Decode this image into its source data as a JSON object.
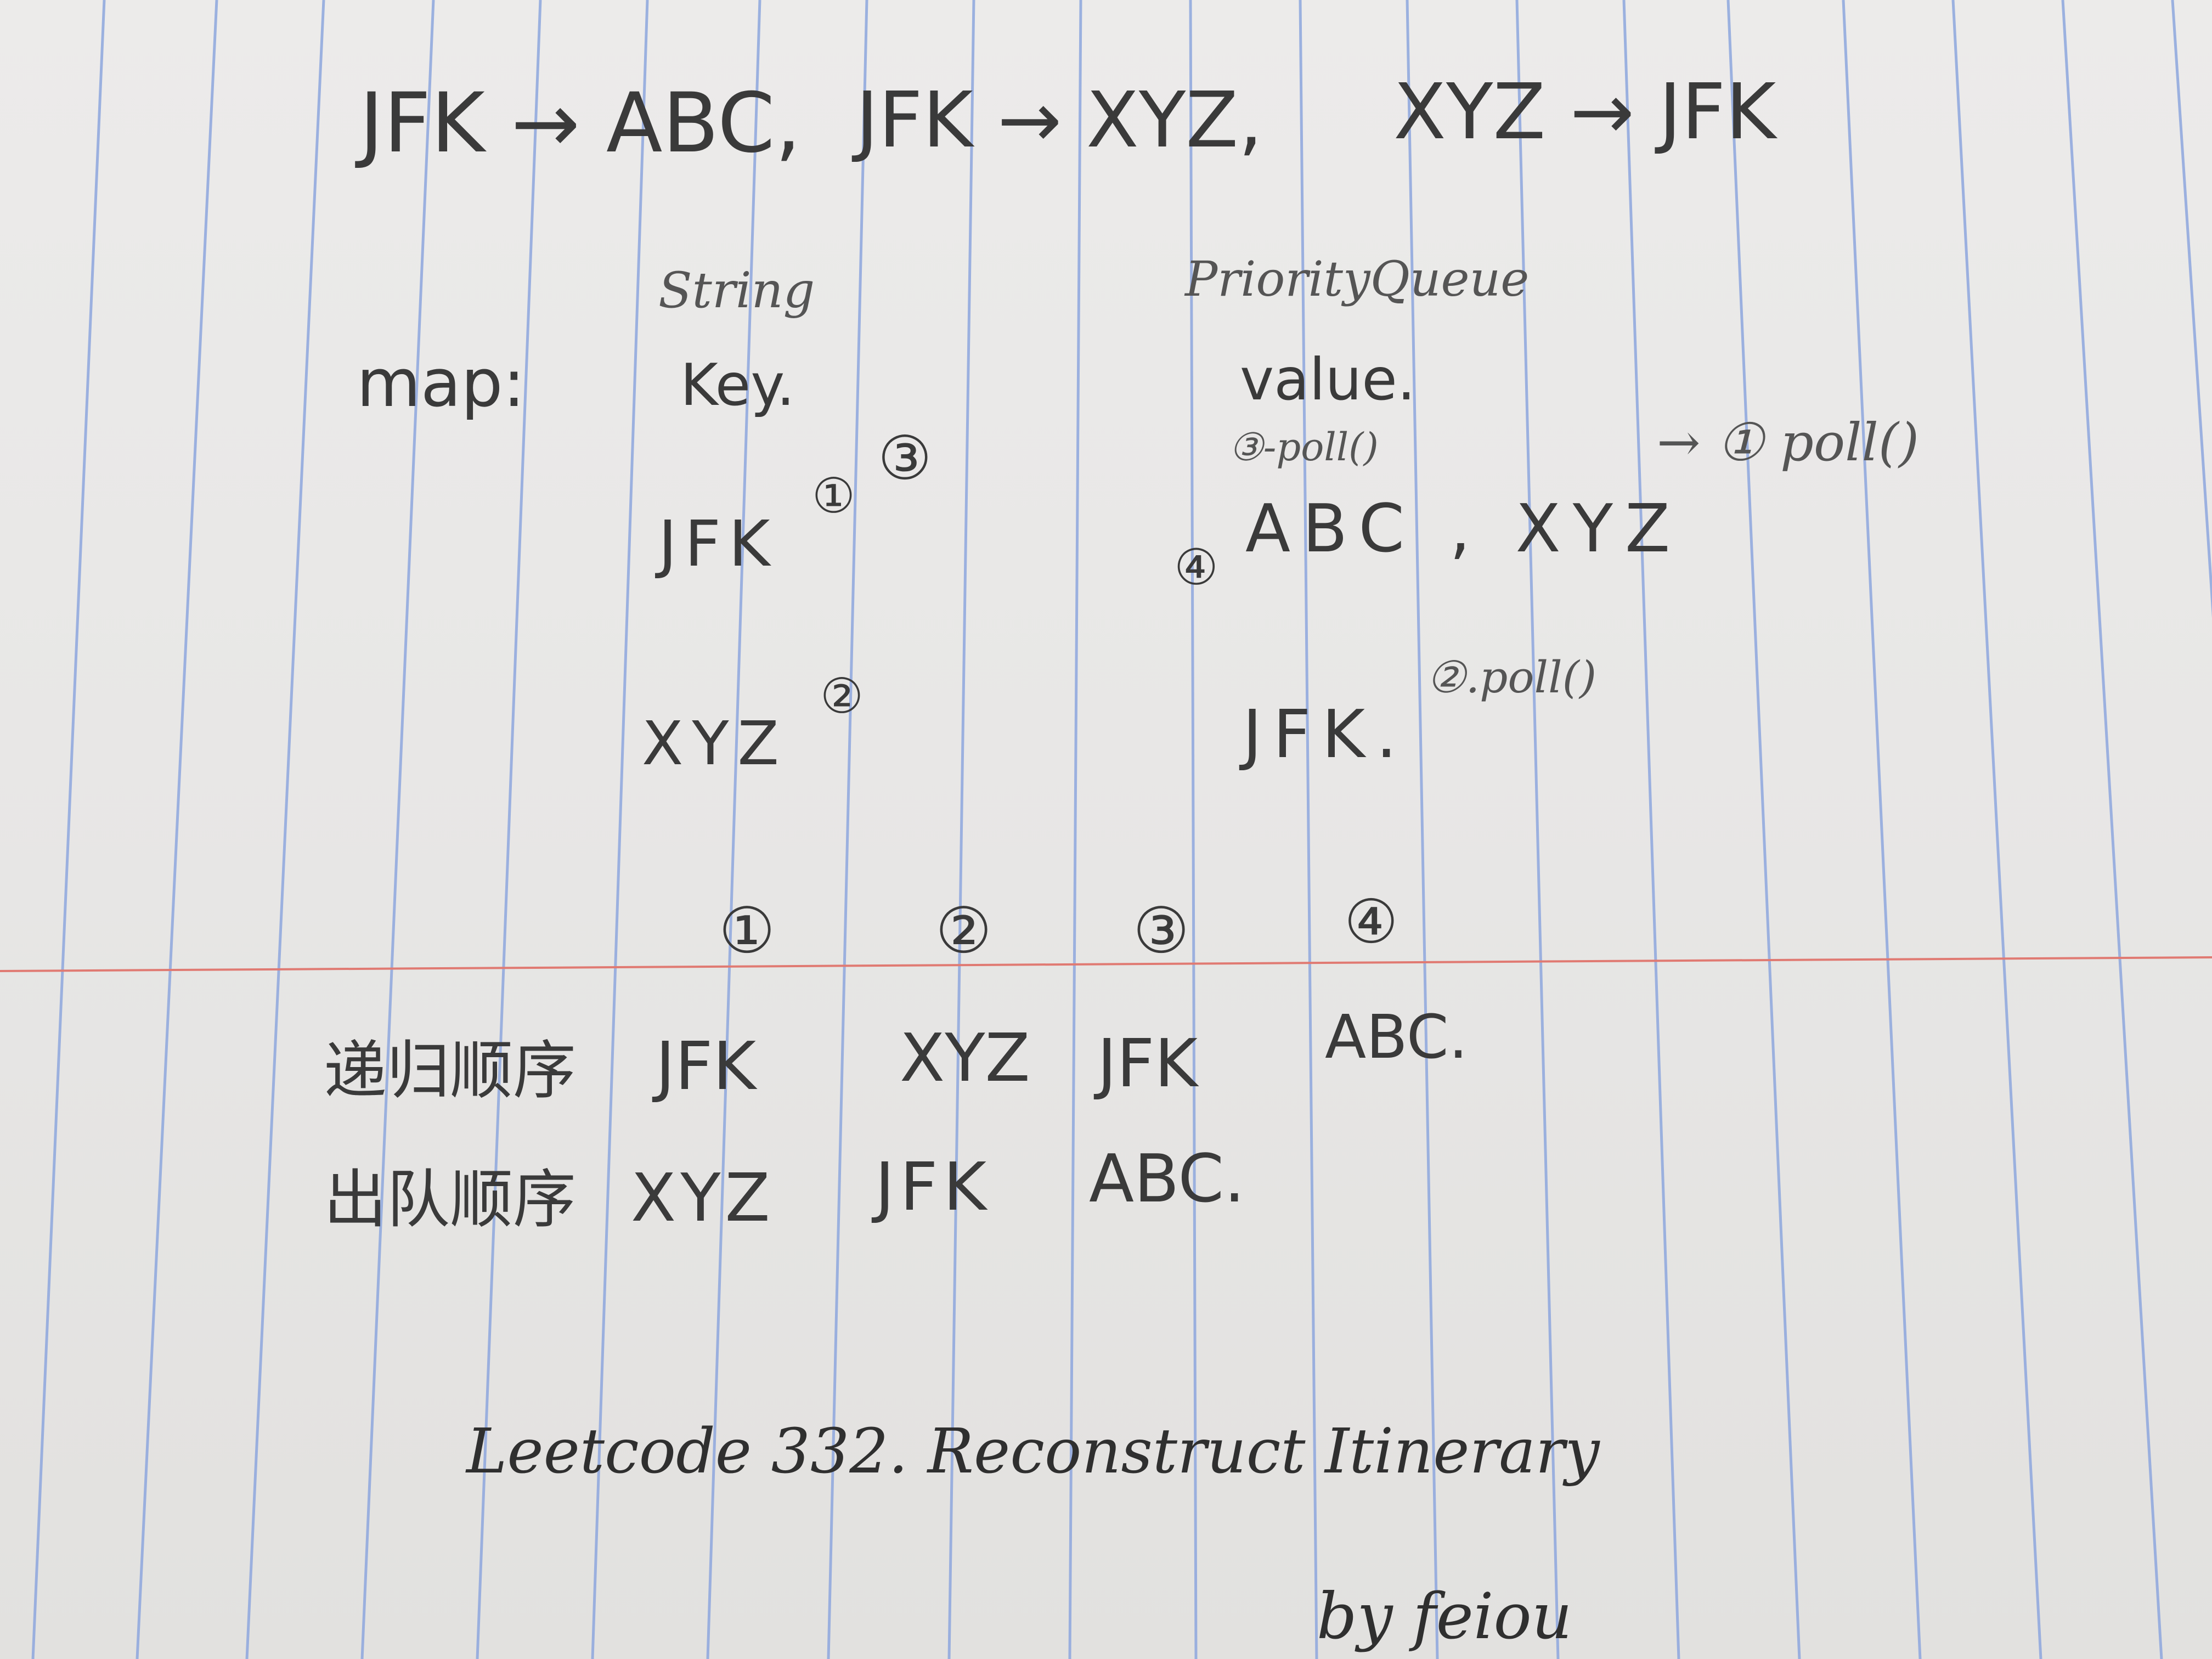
{
  "page": {
    "colors": {
      "paper": "#e9e8e7",
      "rule_blue": "#8ea7de",
      "margin_red": "#e07a72",
      "pencil": "#3a3a3a"
    }
  },
  "header": {
    "edge1": "JFK → ABC,",
    "edge2": "JFK → XYZ,",
    "edge3": "XYZ → JFK"
  },
  "map_section": {
    "label": "map:",
    "key_type": "String",
    "key_label": "Key.",
    "value_type": "PriorityQueue",
    "value_label": "value.",
    "rows": [
      {
        "key": "JFK",
        "key_mark": "①",
        "extra_mark": "③",
        "value": "ABC , XYZ",
        "poll_before": "③-poll()",
        "poll_after": "→ ① poll()",
        "value_mark": "④"
      },
      {
        "key": "XYZ",
        "key_mark": "②",
        "value": "JFK.",
        "poll_after": "②.poll()"
      }
    ]
  },
  "order_section": {
    "steps": [
      "①",
      "②",
      "③",
      "④"
    ],
    "recursion_label": "递归顺序",
    "recursion_order": [
      "JFK",
      "XYZ",
      "JFK",
      "ABC."
    ],
    "dequeue_label": "出队顺序",
    "dequeue_order": [
      "XYZ",
      "JFK",
      "ABC."
    ]
  },
  "footer": {
    "title": "Leetcode 332. Reconstruct Itinerary",
    "signature": "by feiou"
  }
}
